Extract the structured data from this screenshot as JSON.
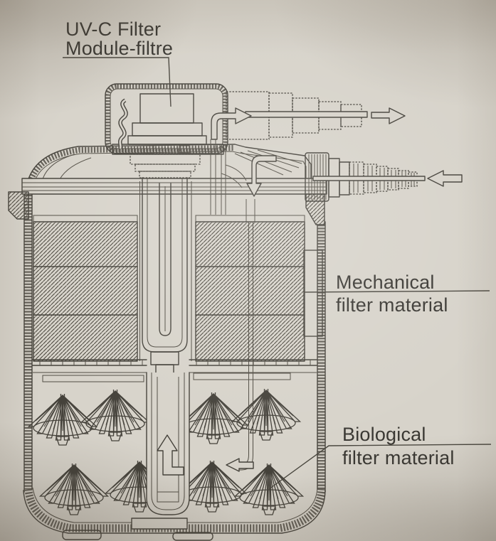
{
  "page": {
    "background_color": "#d7d3ca",
    "line_color": "#45423b",
    "text_color": "#3a3833"
  },
  "labels": {
    "uv_module": {
      "line1": "UV-C Filter",
      "line2": "Module-filtre"
    },
    "mechanical_filter": {
      "line1": "Mechanical",
      "line2": "filter material"
    },
    "biological_filter": {
      "line1": "Biological",
      "line2": "filter material"
    }
  },
  "flow_arrows": {
    "outlet_direction": "right",
    "inlet_direction": "left"
  }
}
